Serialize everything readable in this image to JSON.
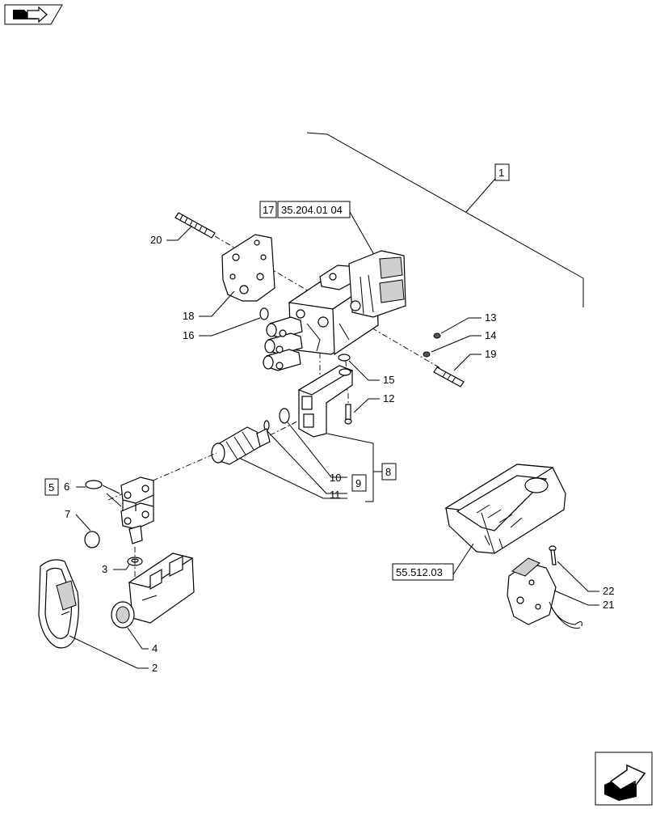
{
  "callouts": {
    "c1": "1",
    "c2": "2",
    "c3": "3",
    "c4": "4",
    "c5": "5",
    "c6": "6",
    "c7": "7",
    "c8": "8",
    "c9": "9",
    "c10": "10",
    "c11": "11",
    "c12": "12",
    "c13": "13",
    "c14": "14",
    "c15": "15",
    "c16": "16",
    "c17": "17",
    "c18": "18",
    "c19": "19",
    "c20": "20",
    "c21": "21",
    "c22": "22"
  },
  "references": {
    "ref_17": "35.204.01 04",
    "ref_55": "55.512.03"
  },
  "icons": {
    "top_left": "book-arrow-icon",
    "bottom_right": "next-page-arrow-icon"
  }
}
